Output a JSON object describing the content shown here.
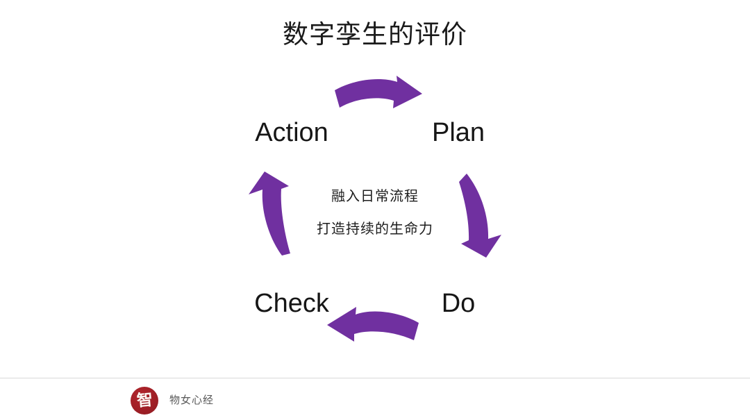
{
  "slide": {
    "title": "数字孪生的评价",
    "background_color": "#ffffff",
    "accent_color": "#7030A0",
    "title_color": "#1a1a1a"
  },
  "cycle": {
    "type": "pdca-cycle",
    "direction": "clockwise",
    "labels": [
      {
        "id": "action",
        "text": "Action",
        "position": "top-left"
      },
      {
        "id": "plan",
        "text": "Plan",
        "position": "top-right"
      },
      {
        "id": "check",
        "text": "Check",
        "position": "bottom-left"
      },
      {
        "id": "do",
        "text": "Do",
        "position": "bottom-right"
      }
    ],
    "arrows": [
      {
        "id": "arrow-top",
        "direction": "right",
        "color": "#7030A0"
      },
      {
        "id": "arrow-right",
        "direction": "down",
        "color": "#7030A0"
      },
      {
        "id": "arrow-bottom",
        "direction": "left",
        "color": "#7030A0"
      },
      {
        "id": "arrow-left",
        "direction": "up",
        "color": "#7030A0"
      }
    ],
    "center_lines": [
      "融入日常流程",
      "打造持续的生命力"
    ]
  },
  "footer": {
    "logo_glyph": "智",
    "logo_color": "#a01f26",
    "brand_name": "物女心经",
    "rule_color": "#d8d8d8"
  }
}
